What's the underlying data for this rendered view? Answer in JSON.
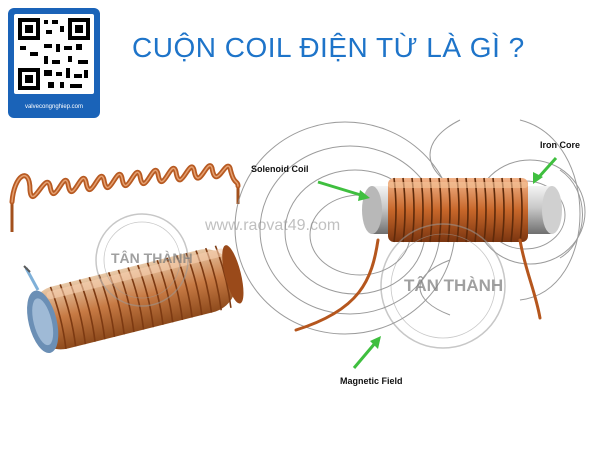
{
  "header": {
    "title": "CUỘN COIL ĐIỆN TỪ LÀ GÌ ?",
    "qr_caption": "valvecongnghiep.com"
  },
  "labels": {
    "solenoid_coil": "Solenoid Coil",
    "iron_core": "Iron Core",
    "magnetic_field": "Magnetic Field"
  },
  "watermarks": {
    "url": "www.raovat49.com",
    "brand": "TÂN THÀNH"
  },
  "colors": {
    "title_blue": "#1e74c9",
    "qr_card_blue": "#1a63b8",
    "copper": "#c8672a",
    "arrow_green": "#3fbf3f",
    "field_line_gray": "#8a8a8a"
  }
}
